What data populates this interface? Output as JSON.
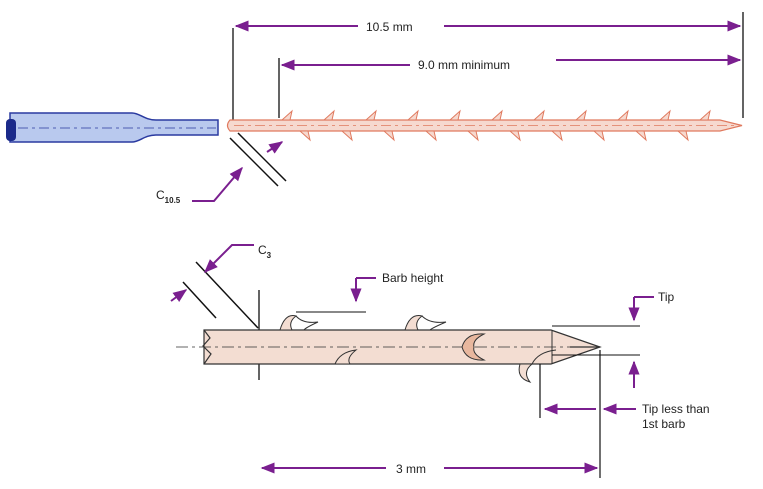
{
  "labels": {
    "total_length": "10.5 mm",
    "barbed_length": "9.0 mm minimum",
    "c_main": "C",
    "c_main_sub": "10.5",
    "c_small": "C",
    "c_small_sub": "3",
    "barb_height": "Barb height",
    "tip": "Tip",
    "tip_rule_line1": "Tip less than",
    "tip_rule_line2": "1st barb",
    "three_mm": "3 mm"
  },
  "colors": {
    "annotation": "#7a1f8f",
    "dimension": "#111111",
    "handle_fill": "#b9c9ee",
    "handle_stroke": "#2a3aa0",
    "needle_fill": "#f6d9cf",
    "needle_stroke": "#e07a5f",
    "shaft_fill": "#f3ddd2",
    "shaft_stroke": "#333333",
    "barb_fill": "#e8b79e"
  }
}
